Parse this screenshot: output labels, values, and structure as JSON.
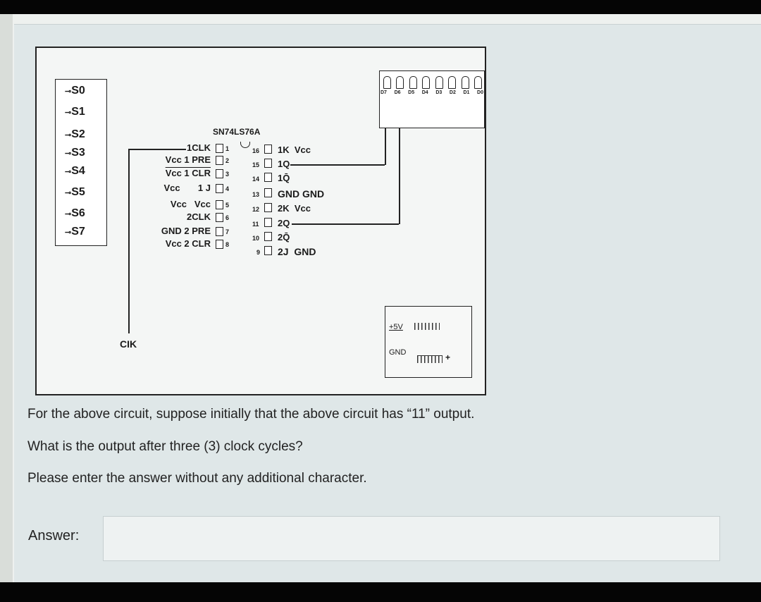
{
  "diagram": {
    "switches": [
      "S0",
      "S1",
      "S2",
      "S3",
      "S4",
      "S5",
      "S6",
      "S7"
    ],
    "chip_label": "SN74LS76A",
    "left_pins": [
      {
        "label": "1CLK",
        "num": "1"
      },
      {
        "label": "Vcc  1 PRE",
        "num": "2"
      },
      {
        "label": "Vcc  1 CLR",
        "num": "3"
      },
      {
        "label": "Vcc       1 J",
        "num": "4"
      },
      {
        "label": "Vcc   Vcc",
        "num": "5"
      },
      {
        "label": "2CLK",
        "num": "6"
      },
      {
        "label": "GND 2 PRE",
        "num": "7"
      },
      {
        "label": "Vcc 2 CLR",
        "num": "8"
      }
    ],
    "right_pins": [
      {
        "num": "16",
        "label": "1K  Vcc"
      },
      {
        "num": "15",
        "label": "1Q"
      },
      {
        "num": "14",
        "label": "1Q̄"
      },
      {
        "num": "13",
        "label": "GND GND"
      },
      {
        "num": "12",
        "label": "2K  Vcc"
      },
      {
        "num": "11",
        "label": "2Q"
      },
      {
        "num": "10",
        "label": "2Q̄"
      },
      {
        "num": "9",
        "label": "2J  GND"
      }
    ],
    "led_labels": [
      "D7",
      "D6",
      "D5",
      "D4",
      "D3",
      "D2",
      "D1",
      "D0"
    ],
    "clock_label": "CIK",
    "power_plus": "+5V",
    "power_gnd": "GND"
  },
  "question": {
    "line1": "For the above circuit, suppose initially that the above circuit has “11” output.",
    "line2": "What is the output after three (3) clock cycles?",
    "line3": "Please enter the answer without any additional character."
  },
  "answer": {
    "label": "Answer:",
    "value": ""
  },
  "colors": {
    "panel_bg": "#dfe7e8",
    "diagram_bg": "#f4f6f5",
    "ink": "#1b1b1b"
  }
}
